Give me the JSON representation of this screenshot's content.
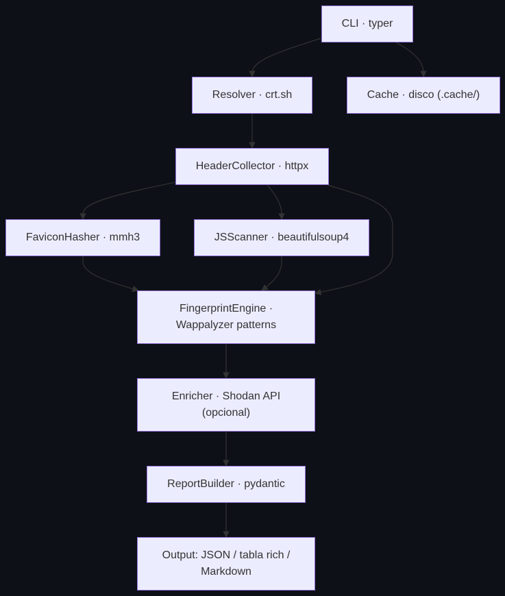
{
  "diagram": {
    "nodes": [
      {
        "id": "cli",
        "label": "CLI · typer"
      },
      {
        "id": "resolver",
        "label": "Resolver · crt.sh"
      },
      {
        "id": "cache",
        "label": "Cache · disco (.cache/)"
      },
      {
        "id": "headers",
        "label": "HeaderCollector · httpx"
      },
      {
        "id": "favicon",
        "label": "FaviconHasher · mmh3"
      },
      {
        "id": "jsscanner",
        "label": "JSScanner · beautifulsoup4"
      },
      {
        "id": "fingerprint",
        "label": "FingerprintEngine · Wappalyzer patterns"
      },
      {
        "id": "enricher",
        "label": "Enricher · Shodan API (opcional)"
      },
      {
        "id": "report",
        "label": "ReportBuilder · pydantic"
      },
      {
        "id": "output",
        "label": "Output: JSON / tabla rich / Markdown"
      }
    ],
    "edges": [
      {
        "from": "cli",
        "to": "resolver"
      },
      {
        "from": "cli",
        "to": "cache"
      },
      {
        "from": "resolver",
        "to": "headers"
      },
      {
        "from": "headers",
        "to": "favicon"
      },
      {
        "from": "headers",
        "to": "jsscanner"
      },
      {
        "from": "headers",
        "to": "fingerprint"
      },
      {
        "from": "favicon",
        "to": "fingerprint"
      },
      {
        "from": "jsscanner",
        "to": "fingerprint"
      },
      {
        "from": "fingerprint",
        "to": "enricher"
      },
      {
        "from": "enricher",
        "to": "report"
      },
      {
        "from": "report",
        "to": "output"
      }
    ]
  }
}
